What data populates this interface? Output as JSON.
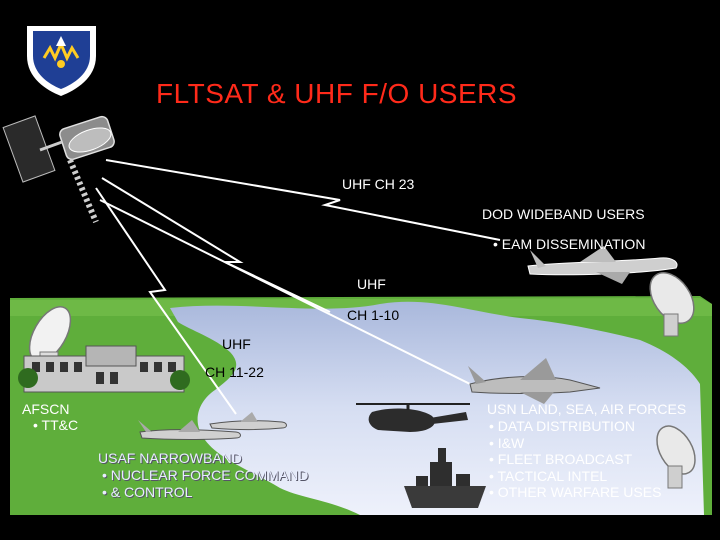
{
  "title": "FLTSAT & UHF F/O USERS",
  "links": {
    "uhf_ch23": "UHF CH 23",
    "uhf_label": "UHF",
    "ch_1_10": "CH 1-10",
    "uhf_label_2": "UHF",
    "ch_11_22": "CH 11-22"
  },
  "dod_wideband": {
    "heading": "DOD WIDEBAND USERS",
    "items": [
      "• EAM  DISSEMINATION"
    ]
  },
  "afscn": {
    "heading": "AFSCN",
    "items": [
      "• TT&C"
    ]
  },
  "usaf_narrowband": {
    "heading": "USAF NARROWBAND",
    "items": [
      "• NUCLEAR FORCE COMMAND",
      "•  & CONTROL"
    ]
  },
  "usn": {
    "heading": "USN LAND, SEA, AIR FORCES",
    "items": [
      "• DATA DISTRIBUTION",
      "• I&W",
      "• FLEET BROADCAST",
      "• TACTICAL INTEL",
      "• OTHER WARFARE USES"
    ]
  },
  "colors": {
    "background": "#000000",
    "title": "#ff2a1a",
    "land": "#5fae3b",
    "water": "#c9d5ee",
    "link_beam": "#ffffff"
  },
  "icons": [
    "shield-emblem-icon",
    "satellite-icon",
    "airplane-icon",
    "radar-dish-icon",
    "building-icon",
    "fighter-jet-icon",
    "helicopter-icon",
    "ship-icon"
  ]
}
